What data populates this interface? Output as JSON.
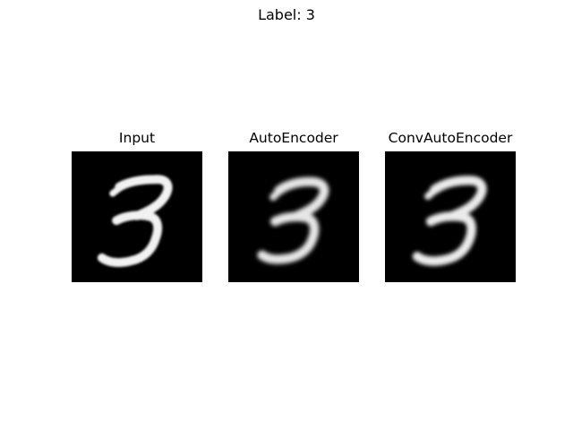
{
  "figure": {
    "title": "Label: 3"
  },
  "panels": [
    {
      "title": "Input",
      "image": "digit-3-input"
    },
    {
      "title": "AutoEncoder",
      "image": "digit-3-autoencoder-reconstruction"
    },
    {
      "title": "ConvAutoEncoder",
      "image": "digit-3-convautoencoder-reconstruction"
    }
  ],
  "colors": {
    "background": "#ffffff",
    "image_background": "#000000",
    "stroke": "#f2f2f2"
  }
}
